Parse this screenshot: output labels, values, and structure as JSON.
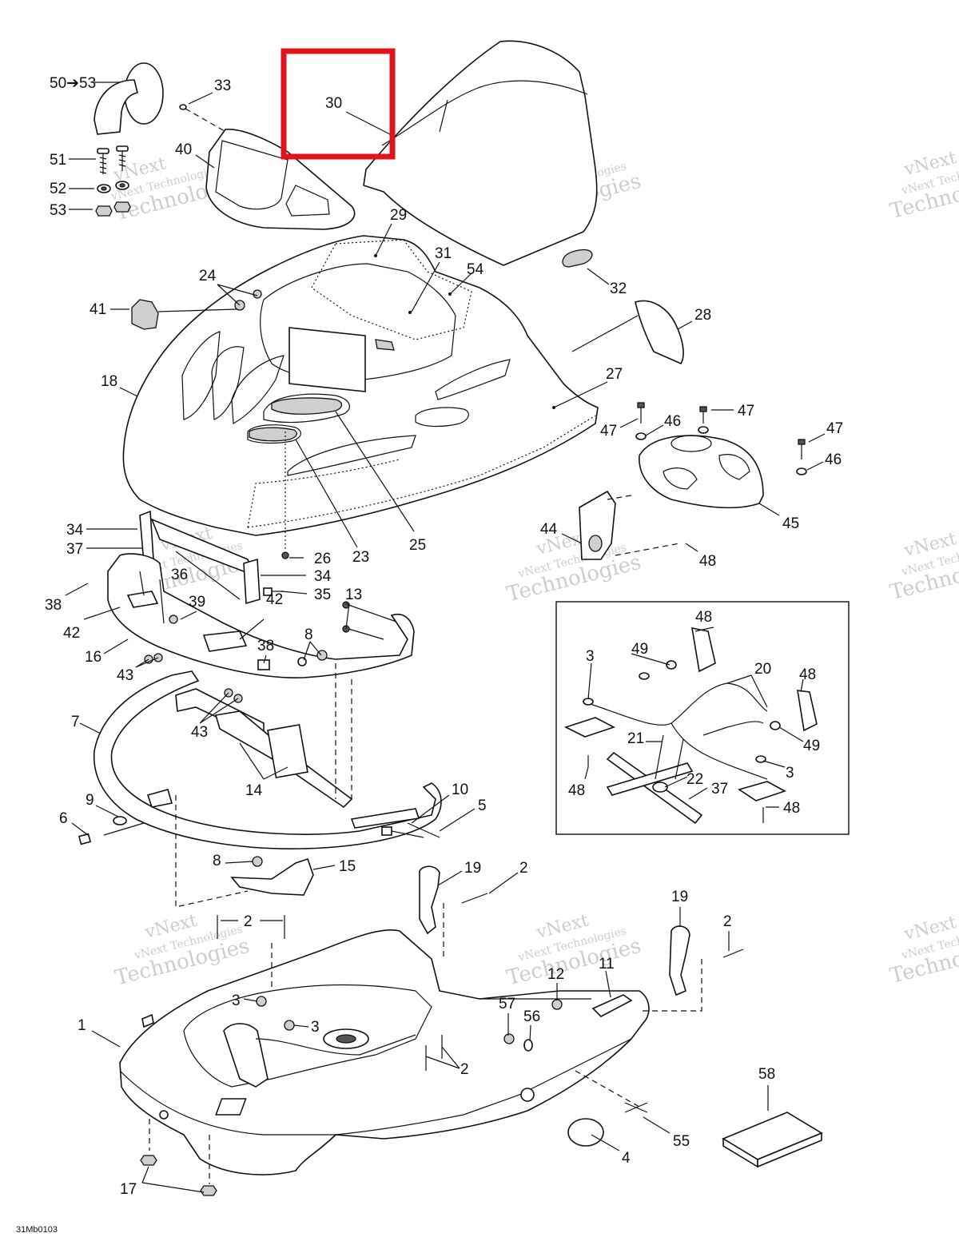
{
  "diagram": {
    "callouts": [
      {
        "id": "c-50-53",
        "text": "50➔53"
      },
      {
        "id": "c-33",
        "text": "33"
      },
      {
        "id": "c-30",
        "text": "30"
      },
      {
        "id": "c-51",
        "text": "51"
      },
      {
        "id": "c-52",
        "text": "52"
      },
      {
        "id": "c-53",
        "text": "53"
      },
      {
        "id": "c-40",
        "text": "40"
      },
      {
        "id": "c-29",
        "text": "29"
      },
      {
        "id": "c-31",
        "text": "31"
      },
      {
        "id": "c-54",
        "text": "54"
      },
      {
        "id": "c-32",
        "text": "32"
      },
      {
        "id": "c-24",
        "text": "24"
      },
      {
        "id": "c-41",
        "text": "41"
      },
      {
        "id": "c-28",
        "text": "28"
      },
      {
        "id": "c-18",
        "text": "18"
      },
      {
        "id": "c-27",
        "text": "27"
      },
      {
        "id": "c-47a",
        "text": "47"
      },
      {
        "id": "c-46a",
        "text": "46"
      },
      {
        "id": "c-47b",
        "text": "47"
      },
      {
        "id": "c-47c",
        "text": "47"
      },
      {
        "id": "c-46b",
        "text": "46"
      },
      {
        "id": "c-45",
        "text": "45"
      },
      {
        "id": "c-44",
        "text": "44"
      },
      {
        "id": "c-48a",
        "text": "48"
      },
      {
        "id": "c-34a",
        "text": "34"
      },
      {
        "id": "c-37a",
        "text": "37"
      },
      {
        "id": "c-36",
        "text": "36"
      },
      {
        "id": "c-26",
        "text": "26"
      },
      {
        "id": "c-23",
        "text": "23"
      },
      {
        "id": "c-25",
        "text": "25"
      },
      {
        "id": "c-34b",
        "text": "34"
      },
      {
        "id": "c-35",
        "text": "35"
      },
      {
        "id": "c-38a",
        "text": "38"
      },
      {
        "id": "c-39",
        "text": "39"
      },
      {
        "id": "c-42a",
        "text": "42"
      },
      {
        "id": "c-13",
        "text": "13"
      },
      {
        "id": "c-42b",
        "text": "42"
      },
      {
        "id": "c-16",
        "text": "16"
      },
      {
        "id": "c-38b",
        "text": "38"
      },
      {
        "id": "c-8a",
        "text": "8"
      },
      {
        "id": "c-43a",
        "text": "43"
      },
      {
        "id": "c-7",
        "text": "7"
      },
      {
        "id": "c-43b",
        "text": "43"
      },
      {
        "id": "c-14",
        "text": "14"
      },
      {
        "id": "c-9",
        "text": "9"
      },
      {
        "id": "c-6",
        "text": "6"
      },
      {
        "id": "c-10",
        "text": "10"
      },
      {
        "id": "c-5",
        "text": "5"
      },
      {
        "id": "c-48b",
        "text": "48"
      },
      {
        "id": "c-3a",
        "text": "3"
      },
      {
        "id": "c-49a",
        "text": "49"
      },
      {
        "id": "c-20",
        "text": "20"
      },
      {
        "id": "c-48c",
        "text": "48"
      },
      {
        "id": "c-21",
        "text": "21"
      },
      {
        "id": "c-49b",
        "text": "49"
      },
      {
        "id": "c-22",
        "text": "22"
      },
      {
        "id": "c-3b",
        "text": "3"
      },
      {
        "id": "c-37b",
        "text": "37"
      },
      {
        "id": "c-48d",
        "text": "48"
      },
      {
        "id": "c-48e",
        "text": "48"
      },
      {
        "id": "c-8b",
        "text": "8"
      },
      {
        "id": "c-15",
        "text": "15"
      },
      {
        "id": "c-19a",
        "text": "19"
      },
      {
        "id": "c-2a",
        "text": "2"
      },
      {
        "id": "c-19b",
        "text": "19"
      },
      {
        "id": "c-2b",
        "text": "2"
      },
      {
        "id": "c-2c",
        "text": "2"
      },
      {
        "id": "c-3c",
        "text": "3"
      },
      {
        "id": "c-3d",
        "text": "3"
      },
      {
        "id": "c-12",
        "text": "12"
      },
      {
        "id": "c-11",
        "text": "11"
      },
      {
        "id": "c-57",
        "text": "57"
      },
      {
        "id": "c-56",
        "text": "56"
      },
      {
        "id": "c-1",
        "text": "1"
      },
      {
        "id": "c-2d",
        "text": "2"
      },
      {
        "id": "c-58",
        "text": "58"
      },
      {
        "id": "c-55",
        "text": "55"
      },
      {
        "id": "c-4",
        "text": "4"
      },
      {
        "id": "c-17",
        "text": "17"
      }
    ],
    "drawing_code": "31Mb0103",
    "watermark": {
      "line1": "vNext Technologies",
      "line2": "vNext",
      "line3": "Technologies"
    },
    "highlight_color": "#e0141c",
    "ink_color": "#111111"
  }
}
